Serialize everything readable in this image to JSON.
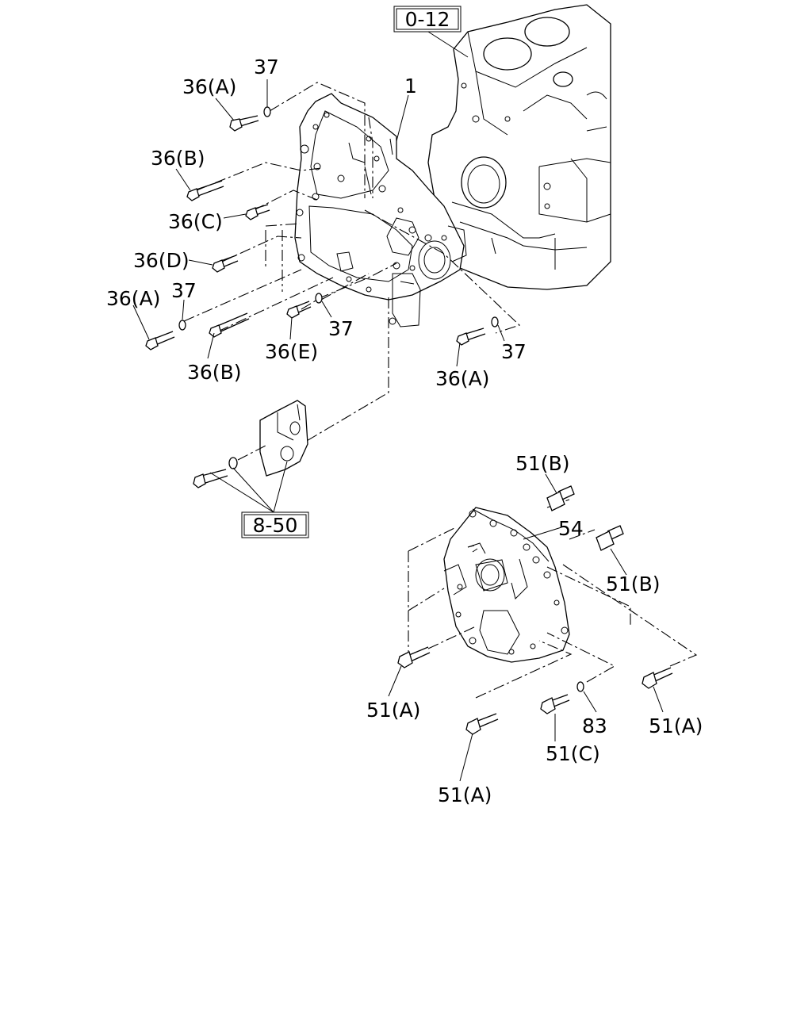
{
  "refs": {
    "ref_0_12": "0-12",
    "ref_8_50": "8-50"
  },
  "labels": {
    "l1": "1",
    "l37_top": "37",
    "l36a_top": "36(A)",
    "l36b_top": "36(B)",
    "l36c": "36(C)",
    "l36d": "36(D)",
    "l36a_left": "36(A)",
    "l37_left": "37",
    "l37_mid": "37",
    "l36e": "36(E)",
    "l36b_bottom": "36(B)",
    "l36a_right": "36(A)",
    "l37_right": "37",
    "l51b_top": "51(B)",
    "l54": "54",
    "l51b_right": "51(B)",
    "l51a_left": "51(A)",
    "l51a_bottom": "51(A)",
    "l51c": "51(C)",
    "l83": "83",
    "l51a_right": "51(A)"
  }
}
